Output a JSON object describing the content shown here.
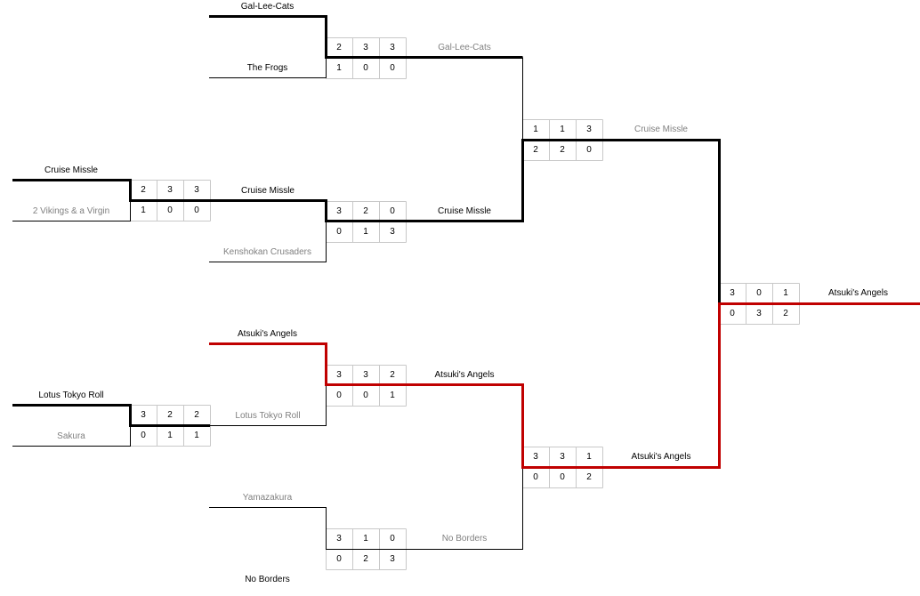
{
  "colors": {
    "line": "#000000",
    "champion_path": "#c00000",
    "cell_border": "#c8c8c8",
    "winner_text": "#000000",
    "loser_text": "#808080"
  },
  "teams": {
    "t_gal_r1": "Gal-Lee-Cats",
    "t_frogs_r1": "The Frogs",
    "t_cruise_r0": "Cruise Missle",
    "t_vikings_r0": "2 Vikings & a Virgin",
    "t_cruise_r1": "Cruise Missle",
    "t_kensh_r1": "Kenshokan Crusaders",
    "t_atsuki_r1": "Atsuki's Angels",
    "t_lotus_r0": "Lotus Tokyo Roll",
    "t_sakura_r0": "Sakura",
    "t_lotus_r1": "Lotus Tokyo Roll",
    "t_yama_r1": "Yamazakura",
    "t_nob_r1": "No Borders",
    "t_gal_r2": "Gal-Lee-Cats",
    "t_cruise_r2": "Cruise Missle",
    "t_atsuki_r2": "Atsuki's Angels",
    "t_nob_r2": "No Borders",
    "t_cruise_r3": "Cruise Missle",
    "t_atsuki_r3": "Atsuki's Angels",
    "t_champion": "Atsuki's Angels"
  },
  "scores": {
    "m0a": {
      "top": [
        "2",
        "3",
        "3"
      ],
      "bottom": [
        "1",
        "0",
        "0"
      ]
    },
    "m0b": {
      "top": [
        "3",
        "2",
        "2"
      ],
      "bottom": [
        "0",
        "1",
        "1"
      ]
    },
    "m1a": {
      "top": [
        "2",
        "3",
        "3"
      ],
      "bottom": [
        "1",
        "0",
        "0"
      ]
    },
    "m1b": {
      "top": [
        "3",
        "2",
        "0"
      ],
      "bottom": [
        "0",
        "1",
        "3"
      ]
    },
    "m1c": {
      "top": [
        "3",
        "3",
        "2"
      ],
      "bottom": [
        "0",
        "0",
        "1"
      ]
    },
    "m1d": {
      "top": [
        "3",
        "1",
        "0"
      ],
      "bottom": [
        "0",
        "2",
        "3"
      ]
    },
    "m2a": {
      "top": [
        "1",
        "1",
        "3"
      ],
      "bottom": [
        "2",
        "2",
        "0"
      ]
    },
    "m2b": {
      "top": [
        "3",
        "3",
        "1"
      ],
      "bottom": [
        "0",
        "0",
        "2"
      ]
    },
    "m3": {
      "top": [
        "3",
        "0",
        "1"
      ],
      "bottom": [
        "0",
        "3",
        "2"
      ]
    }
  }
}
